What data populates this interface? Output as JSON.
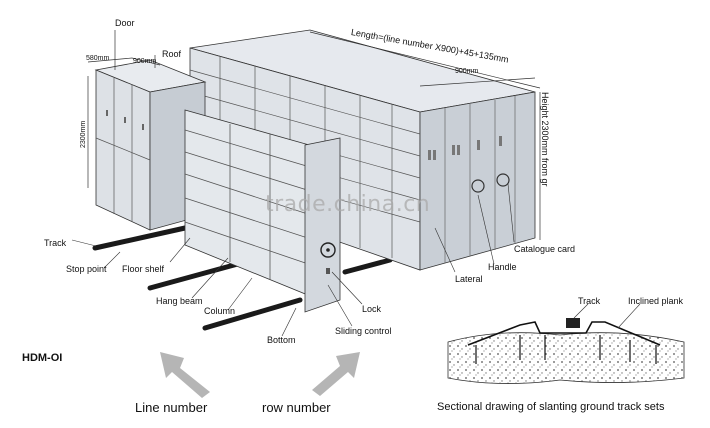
{
  "labels": {
    "door": "Door",
    "roof": "Roof",
    "dim_580": "580mm",
    "dim_900_top": "900mm",
    "dim_2300": "2300mm",
    "length_formula": "Length=(line number X900)+45+135mm",
    "dim_900_right": "900mm",
    "height": "Height 2300mm from gr",
    "track": "Track",
    "stop_point": "Stop point",
    "floor_shelf": "Floor shelf",
    "hang_beam": "Hang beam",
    "column": "Column",
    "bottom": "Bottom",
    "sliding_control": "Sliding control",
    "lock": "Lock",
    "lateral": "Lateral",
    "handle": "Handle",
    "catalogue_card": "Catalogue card",
    "model": "HDM-OI",
    "line_number": "Line number",
    "row_number": "row number",
    "section_track": "Track",
    "inclined_plank": "Inclined plank",
    "section_caption": "Sectional drawing of slanting ground track sets",
    "watermark": "trade.china.cn"
  },
  "colors": {
    "cabinet": "#dfe3e8",
    "cabinet_dark": "#b8bfc7",
    "line": "#2a2a2a",
    "rail": "#1a1a1a",
    "arrow": "#b5b5b5"
  },
  "icons": {
    "left_arrow": "arrow-up-left-icon",
    "right_arrow": "arrow-up-right-icon",
    "wheel": "handwheel-icon"
  }
}
